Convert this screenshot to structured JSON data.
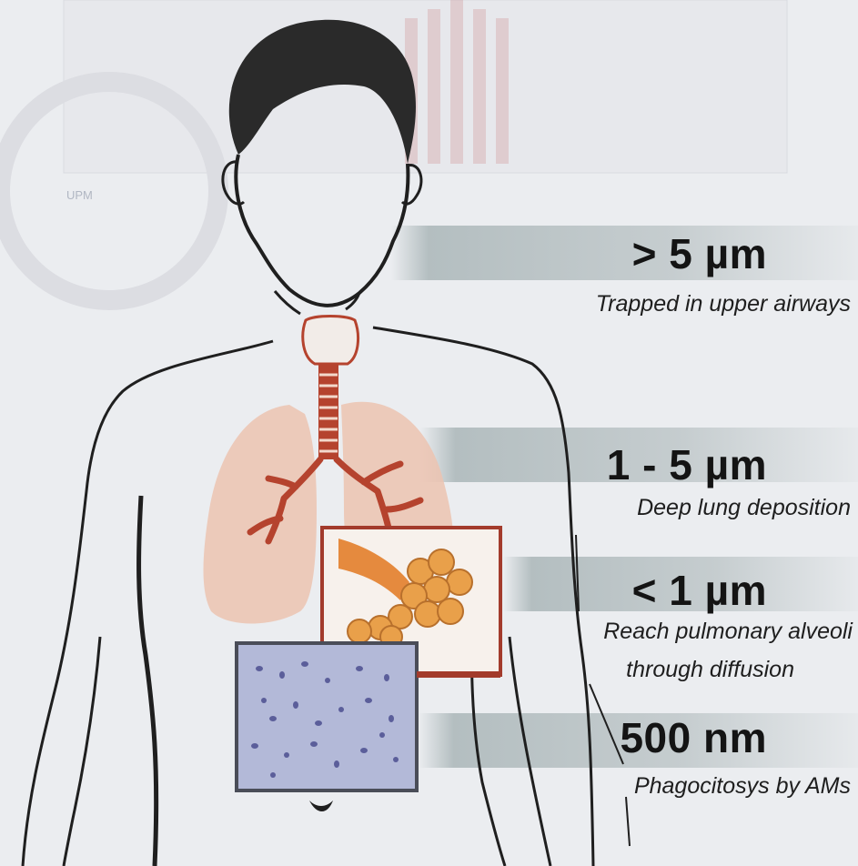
{
  "watermark": {
    "text": "UPM"
  },
  "particle_sizes": [
    {
      "size": "> 5 µm",
      "description": "Trapped in upper airways"
    },
    {
      "size": "1 - 5 µm",
      "description": "Deep lung deposition"
    },
    {
      "size": "< 1 µm",
      "description": "Reach pulmonary alveoli",
      "description2": "through diffusion"
    },
    {
      "size": "500 nm",
      "description": "Phagocitosys by AMs"
    }
  ],
  "colors": {
    "background": "#ebedf0",
    "airway": "#b5432e",
    "lung": "#ecc3b0",
    "alveoli": "#e9a04a",
    "frame": "#a33b2c",
    "tissue": "#b3b9d8",
    "band": "#b3bdbf"
  }
}
